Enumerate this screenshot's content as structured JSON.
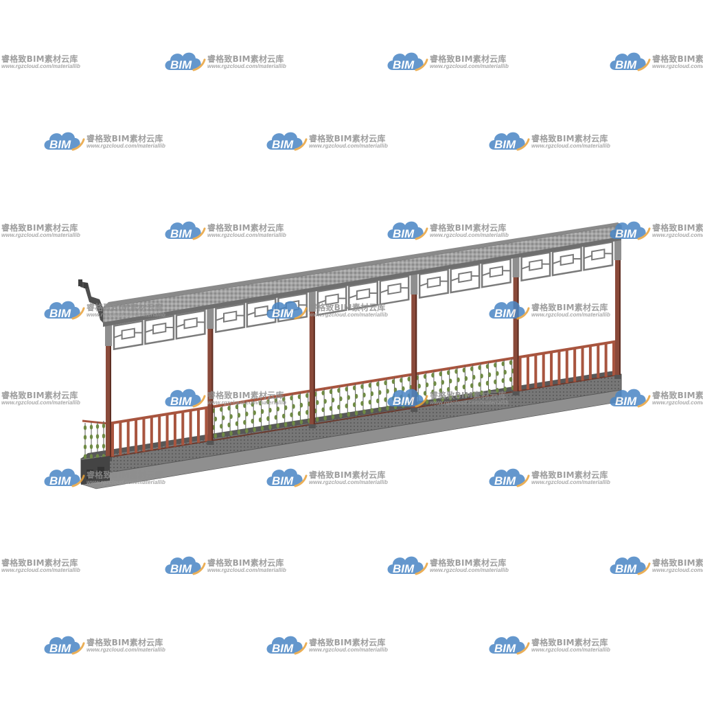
{
  "model": {
    "subject": "chinese-covered-corridor-with-lattice-and-railing",
    "colors": {
      "roof": "#9b9b9b",
      "roof_dark": "#6e6e6e",
      "column": "#8a4a3a",
      "column_dark": "#5e2e22",
      "lattice": "#7a7a7a",
      "floor": "#6f6f6f",
      "floor_edge": "#4d4d4d",
      "rail": "#a8553f",
      "vine": "#6f8a45",
      "bracket": "#555555"
    },
    "bays": 5
  },
  "watermark": {
    "brand_cn": "睿格致BIM素材云库",
    "url": "www.rgzcloud.com/materiallib",
    "logo_text": "BIM",
    "icon": "cloud-logo-icon",
    "colors": {
      "cloud": "#4a86c5",
      "arc": "#e8a23a",
      "text": "#8e8e8e"
    }
  }
}
